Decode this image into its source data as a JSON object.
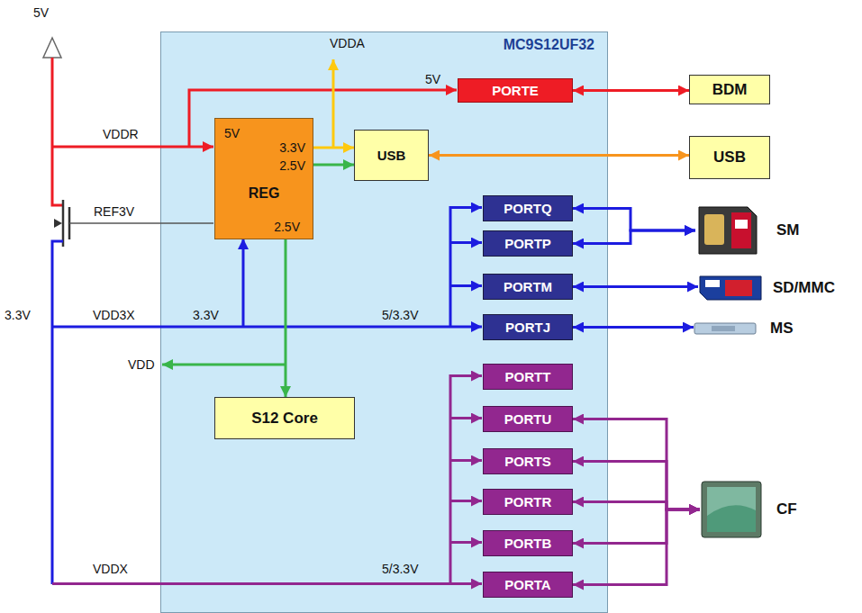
{
  "diagram": {
    "nodes": [
      {
        "text": [
          "MC9S12UF32"
        ]
      },
      {
        "text": [
          "PORTE"
        ],
        "in": 0
      },
      {
        "text": [
          "5V",
          "3.3V",
          "2.5V",
          "REG",
          "2.5V"
        ],
        "in": 0
      },
      {
        "text": [
          "USB"
        ],
        "in": 0
      },
      {
        "text": [
          "PORTQ"
        ],
        "in": 0
      },
      {
        "text": [
          "PORTP"
        ],
        "in": 0
      },
      {
        "text": [
          "PORTM"
        ],
        "in": 0
      },
      {
        "text": [
          "PORTJ"
        ],
        "in": 0
      },
      {
        "text": [
          "S12 Core"
        ],
        "in": 0
      },
      {
        "text": [
          "PORTT"
        ],
        "in": 0
      },
      {
        "text": [
          "PORTU"
        ],
        "in": 0
      },
      {
        "text": [
          "PORTS"
        ],
        "in": 0
      },
      {
        "text": [
          "PORTR"
        ],
        "in": 0
      },
      {
        "text": [
          "PORTB"
        ],
        "in": 0
      },
      {
        "text": [
          "PORTA"
        ],
        "in": 0
      },
      {
        "text": [
          "BDM"
        ]
      },
      {
        "text": [
          "USB"
        ]
      },
      {
        "text": [
          "SM"
        ]
      },
      {
        "text": [
          "SD/MMC"
        ]
      },
      {
        "text": [
          "MS"
        ]
      },
      {
        "text": [
          "CF"
        ]
      }
    ],
    "edges": [
      {
        "from": 1,
        "to": 15,
        "arrow": "both"
      },
      {
        "from": 3,
        "to": 16,
        "arrow": "both"
      },
      {
        "from": 2,
        "to": 3,
        "arrow": "to"
      },
      {
        "from": 2,
        "to": 3,
        "arrow": "to"
      },
      {
        "from": 2,
        "to": 8,
        "arrow": "to"
      },
      {
        "from": 4,
        "to": 17,
        "arrow": "both"
      },
      {
        "from": 5,
        "to": 17,
        "arrow": "both"
      },
      {
        "from": 6,
        "to": 18,
        "arrow": "both"
      },
      {
        "from": 7,
        "to": 19,
        "arrow": "both"
      },
      {
        "from": 10,
        "to": 20,
        "arrow": "both"
      },
      {
        "from": 11,
        "to": 20,
        "arrow": "both"
      },
      {
        "from": 12,
        "to": 20,
        "arrow": "both"
      },
      {
        "from": 13,
        "to": 20,
        "arrow": "both"
      },
      {
        "from": 14,
        "to": 20,
        "arrow": "both"
      }
    ],
    "labels": [
      "5V",
      "VDDA",
      "5V",
      "VDDR",
      "REF3V",
      "3.3V",
      "VDD3X",
      "3.3V",
      "5/3.3V",
      "VDD",
      "VDDX",
      "5/3.3V"
    ]
  }
}
